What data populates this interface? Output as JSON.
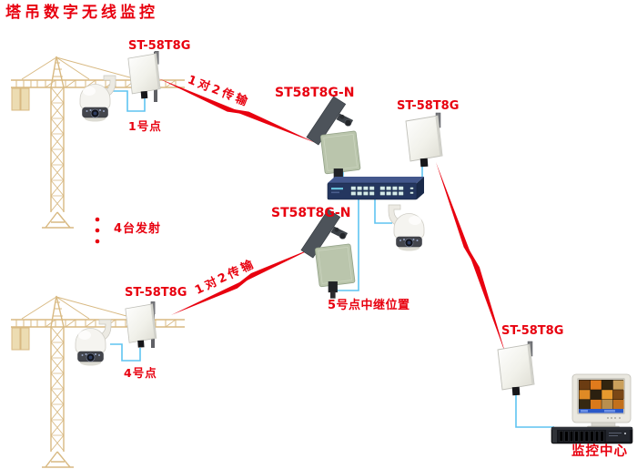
{
  "title": "塔吊数字无线监控",
  "colors": {
    "accent_red": "#e8000f",
    "cable_blue": "#5fc4f1",
    "crane_tan": "#d8b982",
    "switch_navy": "#24365f",
    "antenna_green": "#bac5ac"
  },
  "sites": {
    "point1": {
      "antenna": "ST-58T8G",
      "name": "1号点"
    },
    "point4": {
      "antenna": "ST-58T8G",
      "name": "4号点"
    },
    "relay": {
      "antenna_in_1": "ST58T8G-N",
      "antenna_in_2": "ST58T8G-N",
      "antenna_out": "ST-58T8G",
      "name": "5号点中继位置"
    },
    "center": {
      "antenna": "ST-58T8G",
      "name": "监控中心"
    }
  },
  "links": {
    "link1": "1对2传输",
    "link2": "1对2传输"
  },
  "notes": {
    "transmitters": "4台发射"
  }
}
